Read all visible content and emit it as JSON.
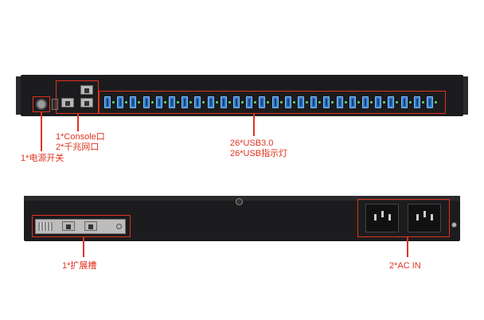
{
  "labels": {
    "console": "1*Console口",
    "gigabit": "2*千兆网口",
    "power_switch": "1*电源开关",
    "usb_ports": "26*USB3.0",
    "usb_leds": "26*USB指示灯",
    "expansion": "1*扩展槽",
    "ac_in": "2*AC IN"
  },
  "counts": {
    "usb_ports": 26,
    "usb_leds": 26,
    "ac_in": 2,
    "gigabit": 2
  },
  "colors": {
    "annotation": "#e0331f",
    "chassis": "#1c1c1e",
    "usb_blue": "#2e7fd6",
    "led_green": "#57e07a"
  }
}
